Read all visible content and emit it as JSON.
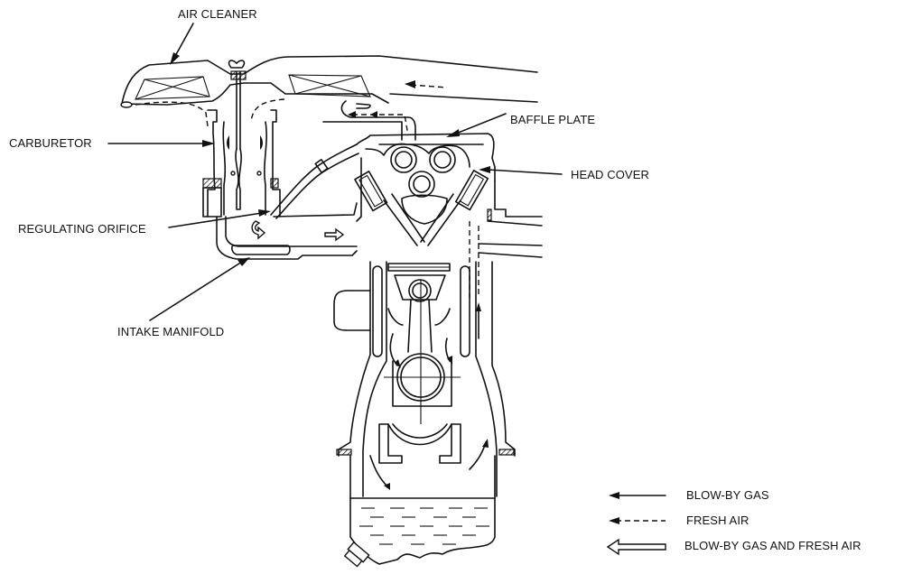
{
  "diagram": {
    "title": "Positive Crankcase Ventilation System",
    "labels": {
      "air_cleaner": "AIR CLEANER",
      "carburetor": "CARBURETOR",
      "regulating_orifice": "REGULATING ORIFICE",
      "intake_manifold": "INTAKE MANIFOLD",
      "baffle_plate": "BAFFLE PLATE",
      "head_cover": "HEAD COVER"
    },
    "legend": [
      {
        "symbol": "solid-arrow",
        "label": "BLOW-BY GAS"
      },
      {
        "symbol": "dashed-arrow",
        "label": "FRESH AIR"
      },
      {
        "symbol": "hollow-arrow",
        "label": "BLOW-BY GAS AND FRESH AIR"
      }
    ]
  }
}
